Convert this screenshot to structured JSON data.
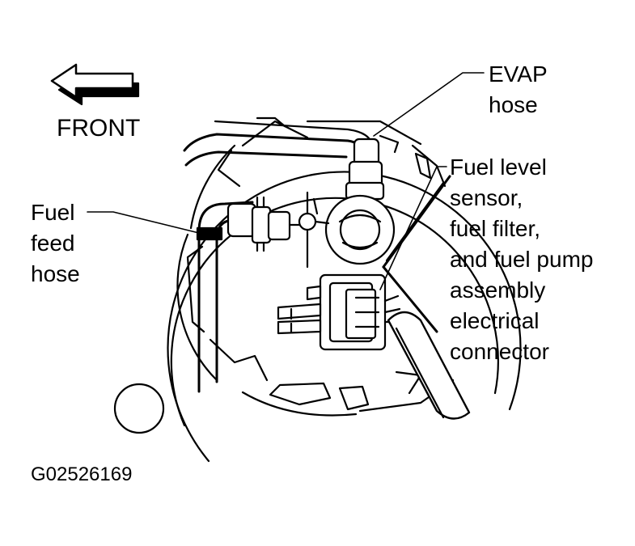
{
  "labels": {
    "front": "FRONT",
    "evap_hose": [
      "EVAP",
      "hose"
    ],
    "fuel_feed_hose": [
      "Fuel",
      "feed",
      "hose"
    ],
    "sensor_connector": [
      "Fuel level",
      "sensor,",
      "fuel filter,",
      "and fuel pump",
      "assembly",
      "electrical",
      "connector"
    ]
  },
  "figure_id": "G02526169",
  "colors": {
    "line": "#000000",
    "fill": "#ffffff",
    "shadow": "#000000"
  },
  "icons": {
    "direction_arrow": "arrow-left-icon"
  }
}
